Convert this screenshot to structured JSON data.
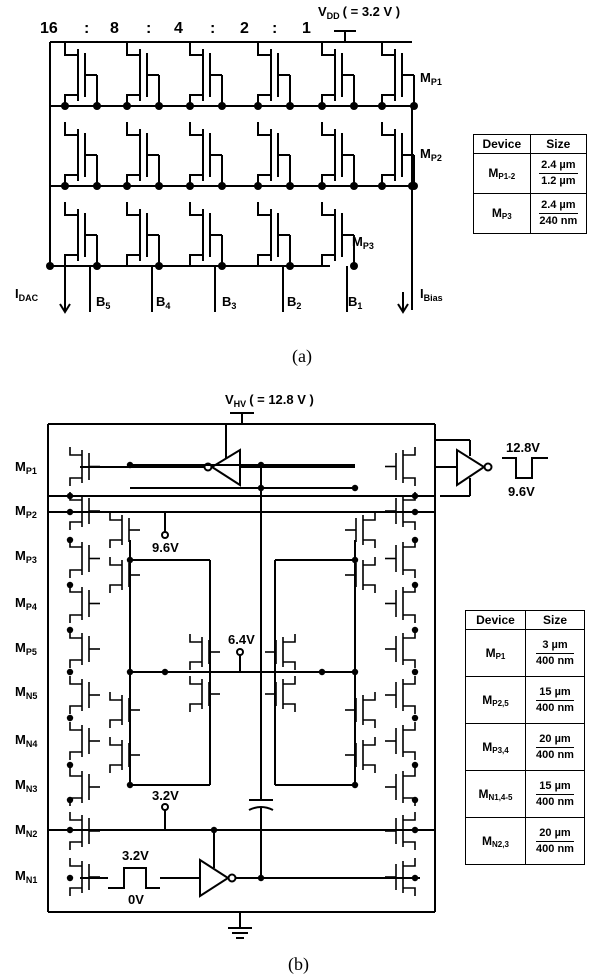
{
  "panel_a": {
    "ratio": [
      "16",
      ":",
      "8",
      ":",
      "4",
      ":",
      "2",
      ":",
      "1"
    ],
    "vdd_main": "V",
    "vdd_sub": "DD",
    "vdd_value": "( = 3.2 V )",
    "labels": {
      "mp1": "M",
      "mp1_sub": "P1",
      "mp2": "M",
      "mp2_sub": "P2",
      "mp3": "M",
      "mp3_sub": "P3",
      "idac": "I",
      "idac_sub": "DAC",
      "ibias": "I",
      "ibias_sub": "Bias",
      "b5": "B",
      "b5_sub": "5",
      "b4": "B",
      "b4_sub": "4",
      "b3": "B",
      "b3_sub": "3",
      "b2": "B",
      "b2_sub": "2",
      "b1": "B",
      "b1_sub": "1"
    },
    "table": {
      "headers": [
        "Device",
        "Size"
      ],
      "rows": [
        {
          "device": "M",
          "device_sub": "P1-2",
          "w": "2.4 µm",
          "l": "1.2 µm"
        },
        {
          "device": "M",
          "device_sub": "P3",
          "w": "2.4 µm",
          "l": "240 nm"
        }
      ]
    },
    "caption": "(a)"
  },
  "panel_b": {
    "vhv_main": "V",
    "vhv_sub": "HV",
    "vhv_value": "( = 12.8 V )",
    "labels": {
      "mp1": "M",
      "mp1_sub": "P1",
      "mp2": "M",
      "mp2_sub": "P2",
      "mp3": "M",
      "mp3_sub": "P3",
      "mp4": "M",
      "mp4_sub": "P4",
      "mp5": "M",
      "mp5_sub": "P5",
      "mn5": "M",
      "mn5_sub": "N5",
      "mn4": "M",
      "mn4_sub": "N4",
      "mn3": "M",
      "mn3_sub": "N3",
      "mn2": "M",
      "mn2_sub": "N2",
      "mn1": "M",
      "mn1_sub": "N1"
    },
    "voltages": {
      "v96": "9.6V",
      "v64": "6.4V",
      "v32": "3.2V",
      "pulse_top": "12.8V",
      "pulse_bottom": "9.6V",
      "in_top": "3.2V",
      "in_bottom": "0V"
    },
    "table": {
      "headers": [
        "Device",
        "Size"
      ],
      "rows": [
        {
          "device": "M",
          "device_sub": "P1",
          "w": "3 µm",
          "l": "400 nm"
        },
        {
          "device": "M",
          "device_sub": "P2,5",
          "w": "15 µm",
          "l": "400 nm"
        },
        {
          "device": "M",
          "device_sub": "P3,4",
          "w": "20 µm",
          "l": "400 nm"
        },
        {
          "device": "M",
          "device_sub": "N1,4-5",
          "w": "15 µm",
          "l": "400 nm"
        },
        {
          "device": "M",
          "device_sub": "N2,3",
          "w": "20 µm",
          "l": "400 nm"
        }
      ]
    },
    "caption": "(b)"
  }
}
